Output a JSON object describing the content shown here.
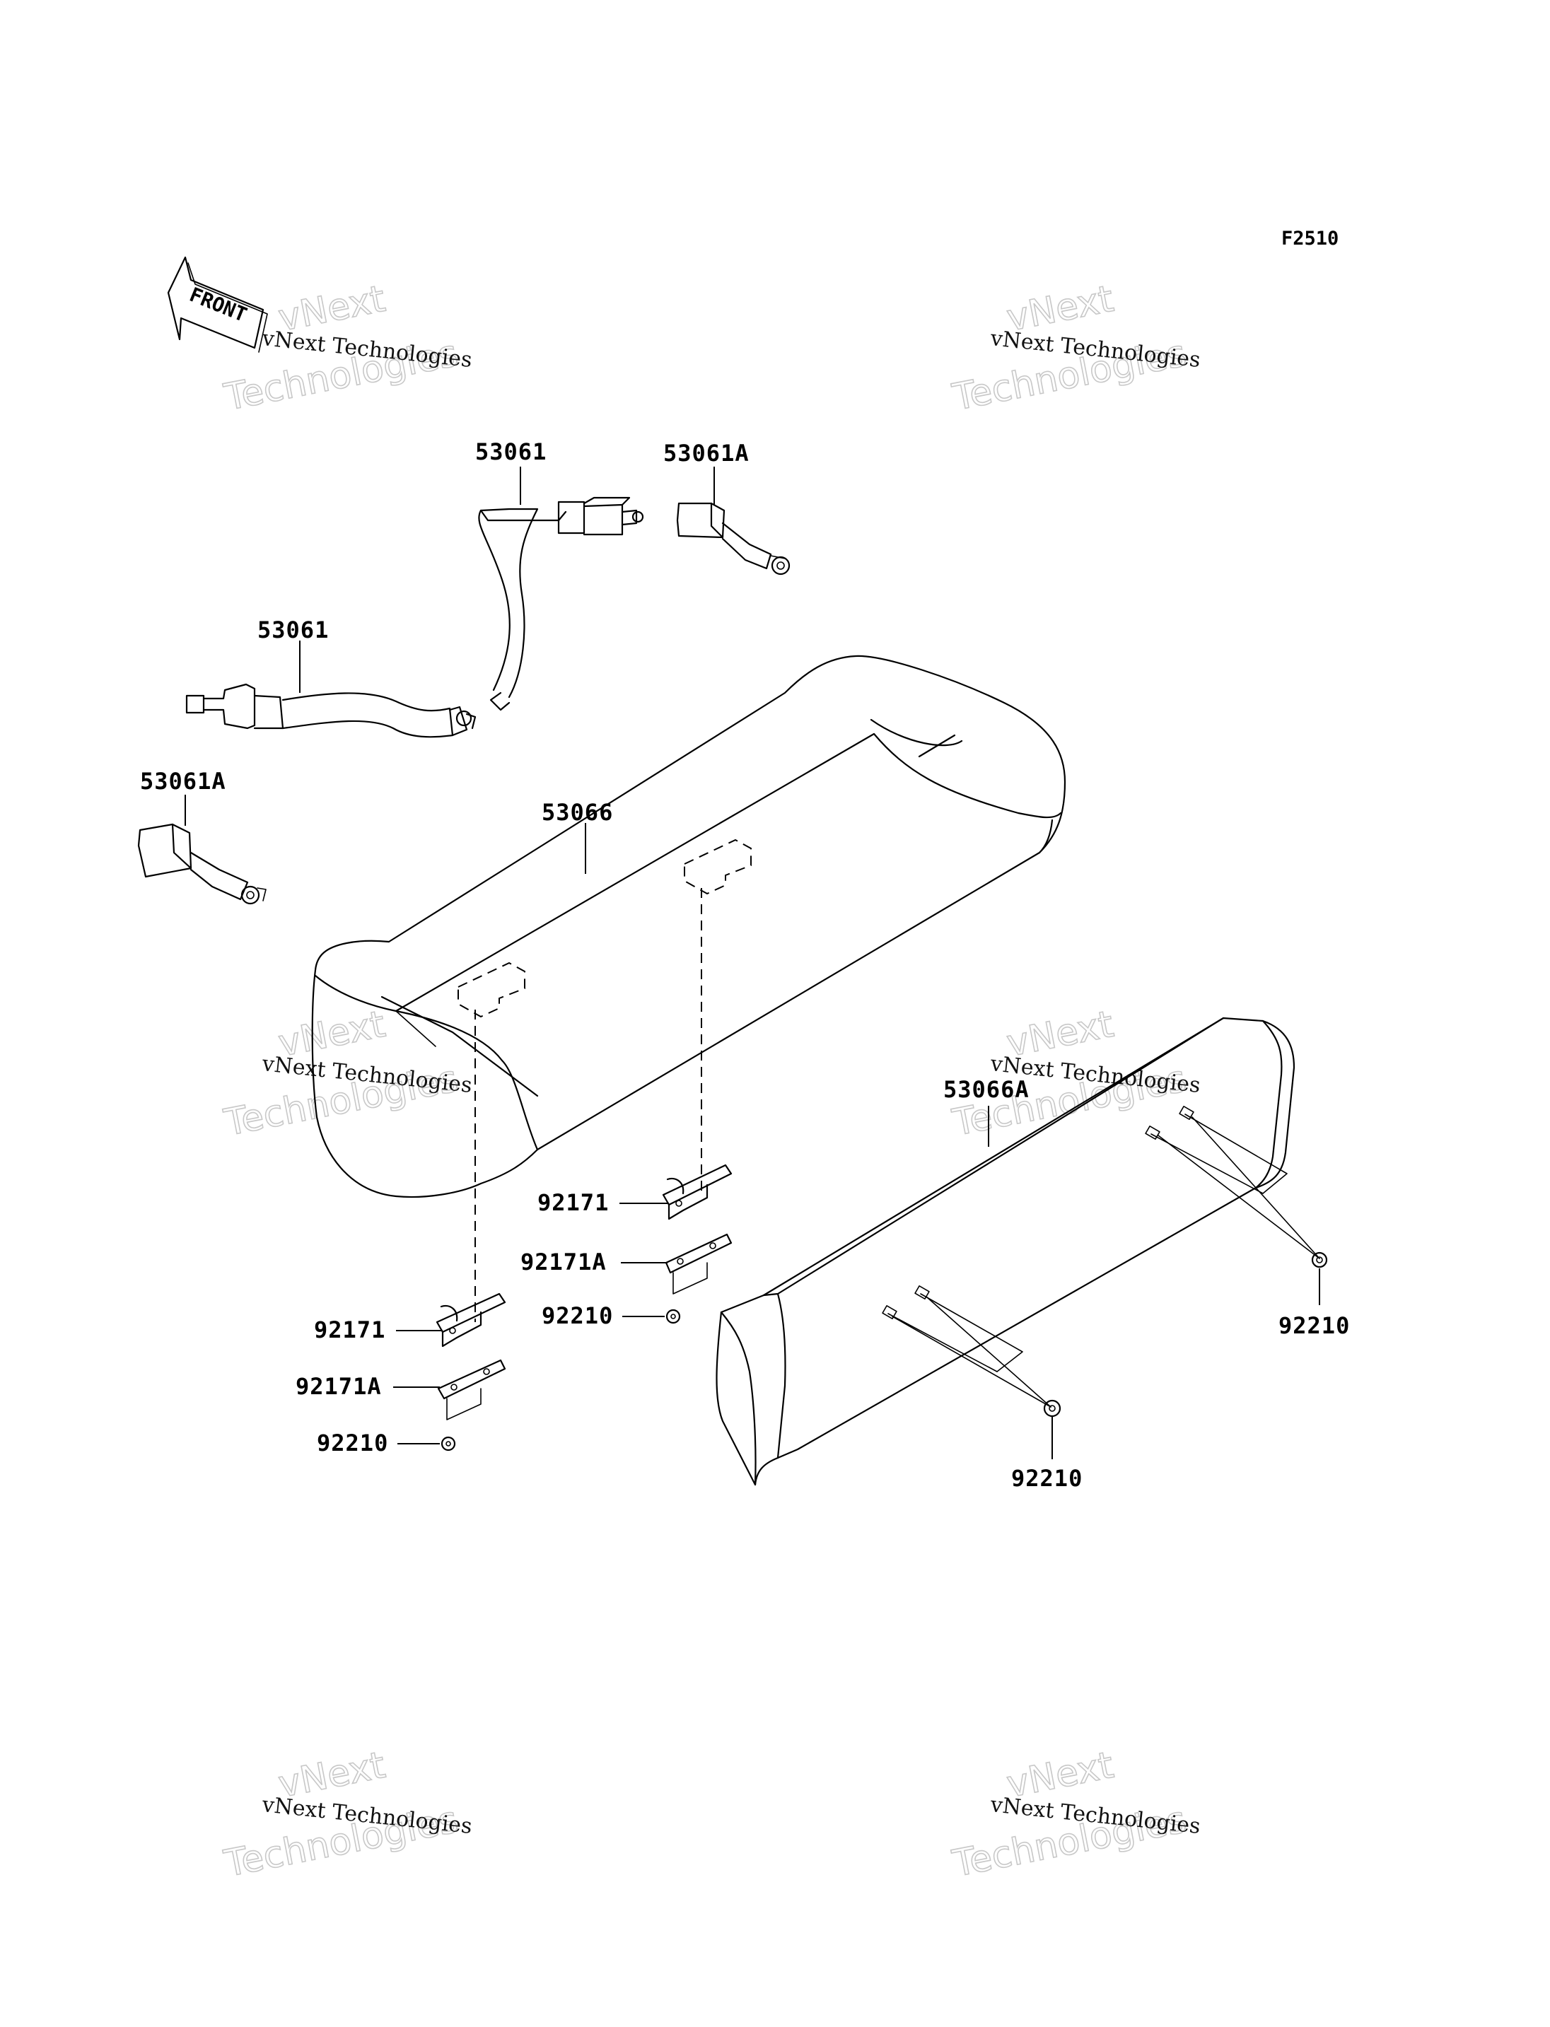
{
  "diagram_code": "F2510",
  "front_arrow_label": "FRONT",
  "watermark": {
    "small": "vNext Technologies",
    "large_line1": "vNext",
    "large_line2": "Technologies"
  },
  "parts": {
    "belt_upper": "53061",
    "buckle_upper": "53061A",
    "belt_left": "53061",
    "buckle_left": "53061A",
    "seat_bottom": "53066",
    "seat_back": "53066A",
    "bracket_mid": "92171",
    "plate_mid": "92171A",
    "nut_mid": "92210",
    "bracket_left": "92171",
    "plate_left": "92171A",
    "nut_left": "92210",
    "nut_back_right": "92210",
    "nut_back_bottom": "92210"
  }
}
